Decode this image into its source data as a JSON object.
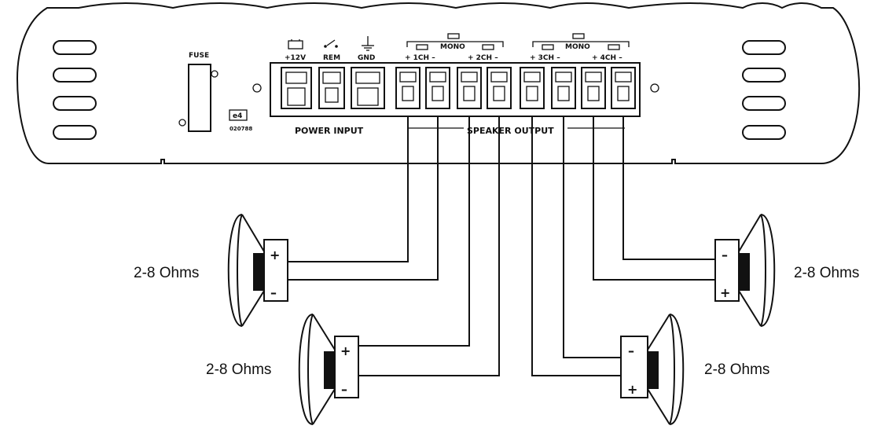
{
  "amplifier": {
    "fuse_label": "FUSE",
    "power_terminals": [
      "+12V",
      "REM",
      "GND"
    ],
    "power_input_label": "POWER INPUT",
    "speaker_output_label": "SPEAKER OUTPUT",
    "mono_label_left": "MONO",
    "mono_label_right": "MONO",
    "channel_labels": [
      "+ 1CH –",
      "+ 2CH –",
      "+ 3CH –",
      "+ 4CH –"
    ],
    "cert_mark": "e4",
    "cert_number": "020788"
  },
  "speakers": [
    {
      "impedance": "2-8 Ohms",
      "plus": "+",
      "minus": "–"
    },
    {
      "impedance": "2-8 Ohms",
      "plus": "+",
      "minus": "–"
    },
    {
      "impedance": "2-8 Ohms",
      "plus": "+",
      "minus": "–"
    },
    {
      "impedance": "2-8 Ohms",
      "plus": "+",
      "minus": "–"
    }
  ]
}
